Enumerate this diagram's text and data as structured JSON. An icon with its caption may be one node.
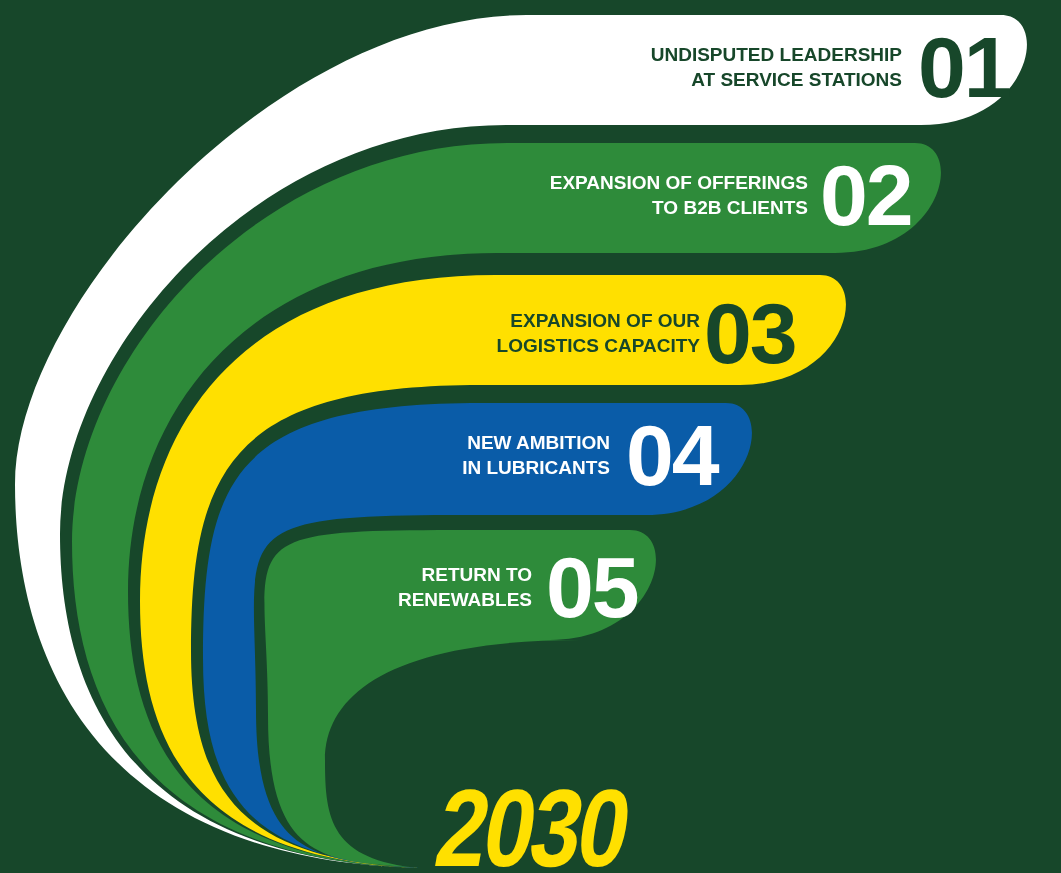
{
  "diagram": {
    "nodes": [
      {
        "text": [
          "UNDISPUTED LEADERSHIP AT SERVICE STATIONS",
          "01"
        ]
      },
      {
        "text": [
          "EXPANSION OF OFFERINGS TO B2B CLIENTS",
          "02"
        ]
      },
      {
        "text": [
          "EXPANSION OF OUR LOGISTICS CAPACITY",
          "03"
        ]
      },
      {
        "text": [
          "NEW AMBITION IN LUBRICANTS",
          "04"
        ]
      },
      {
        "text": [
          "RETURN TO RENEWABLES",
          "05"
        ]
      }
    ],
    "labels": [
      "2030"
    ]
  }
}
